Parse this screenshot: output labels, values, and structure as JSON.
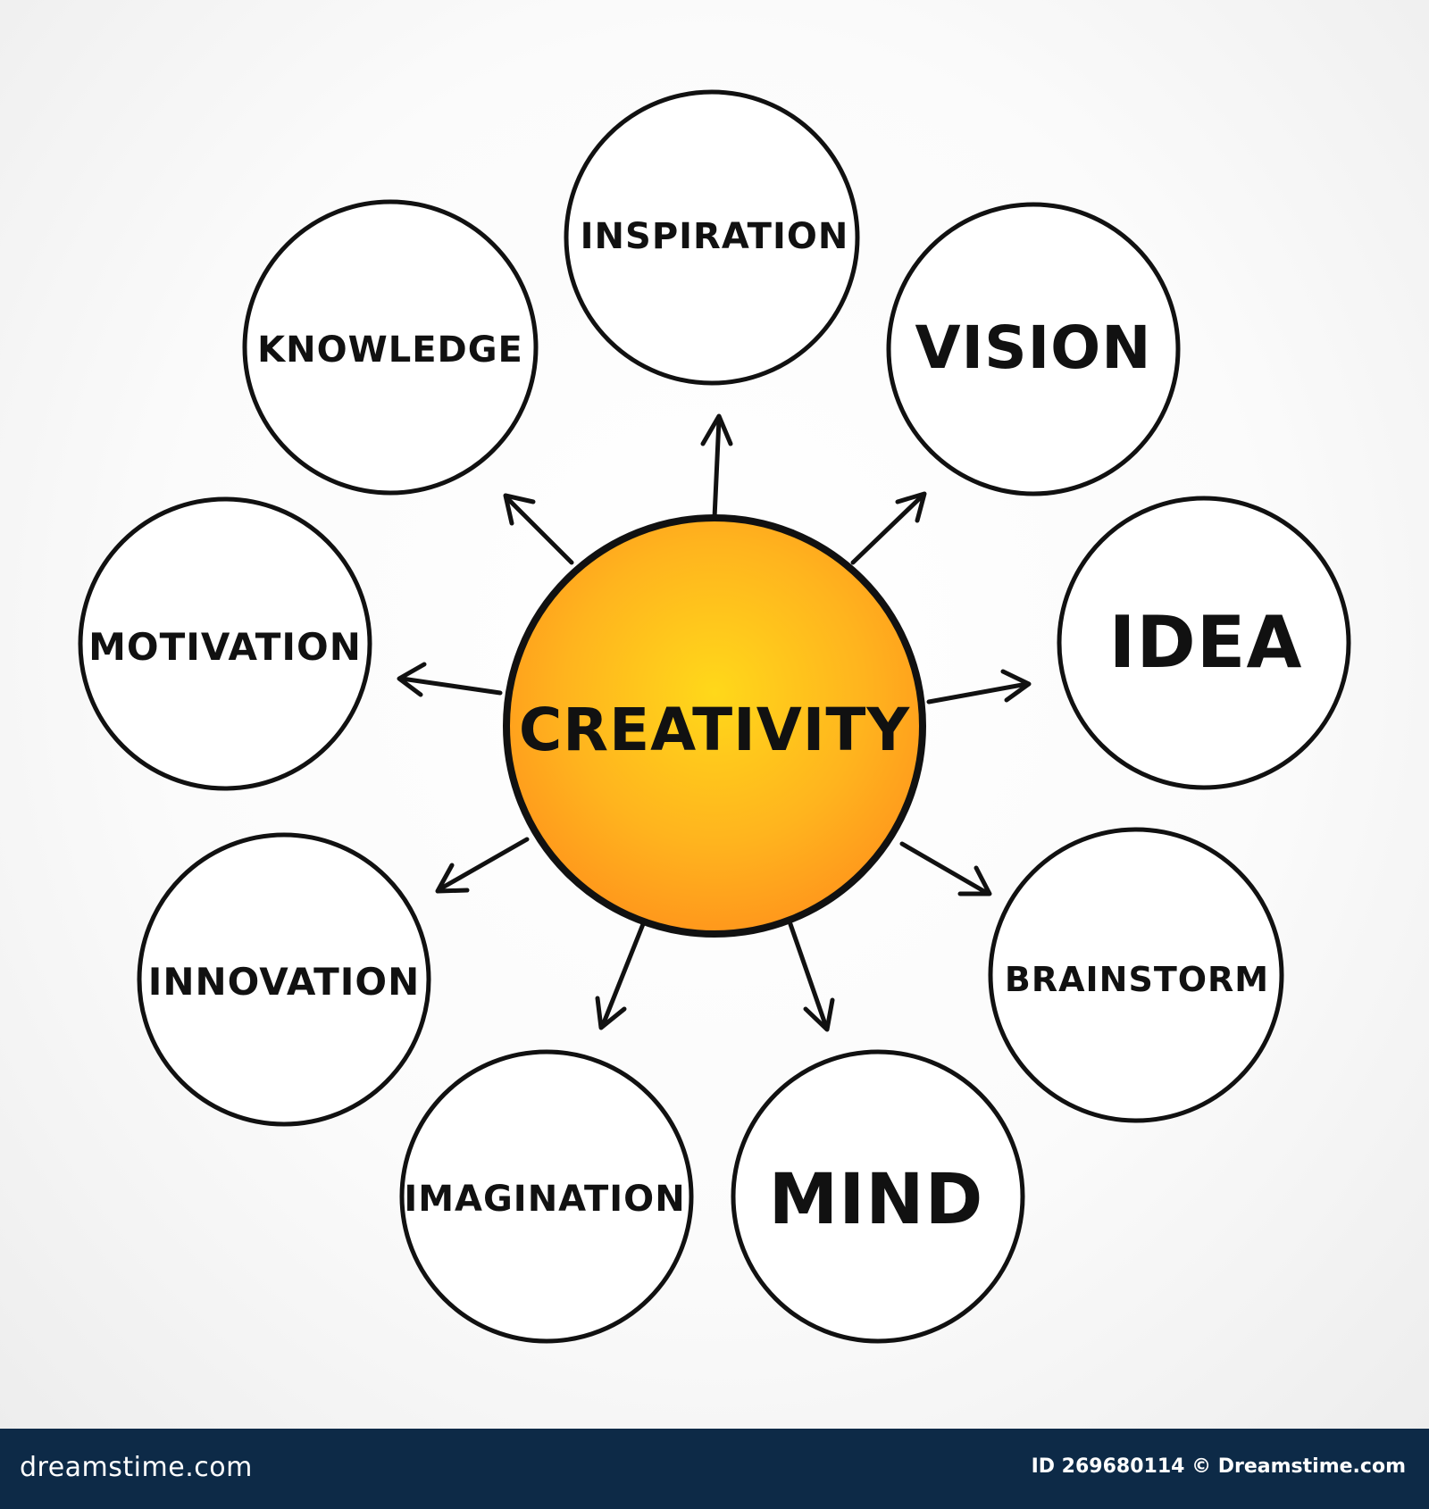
{
  "diagram": {
    "center": {
      "label": "CREATIVITY",
      "fill_inner": "#ffd21c",
      "fill_outer": "#ff9a1e"
    },
    "nodes": [
      {
        "key": "inspiration",
        "label": "INSPIRATION"
      },
      {
        "key": "vision",
        "label": "VISION"
      },
      {
        "key": "idea",
        "label": "IDEA"
      },
      {
        "key": "brainstorm",
        "label": "BRAINSTORM"
      },
      {
        "key": "mind",
        "label": "MIND"
      },
      {
        "key": "imagination",
        "label": "IMAGINATION"
      },
      {
        "key": "innovation",
        "label": "INNOVATION"
      },
      {
        "key": "motivation",
        "label": "MOTIVATION"
      },
      {
        "key": "knowledge",
        "label": "KNOWLEDGE"
      }
    ],
    "stroke_color": "#111111"
  },
  "footer": {
    "brand": "dreamstime.com",
    "id_text": "ID 269680114 © Dreamstime.com",
    "background": "#0d2a47"
  }
}
